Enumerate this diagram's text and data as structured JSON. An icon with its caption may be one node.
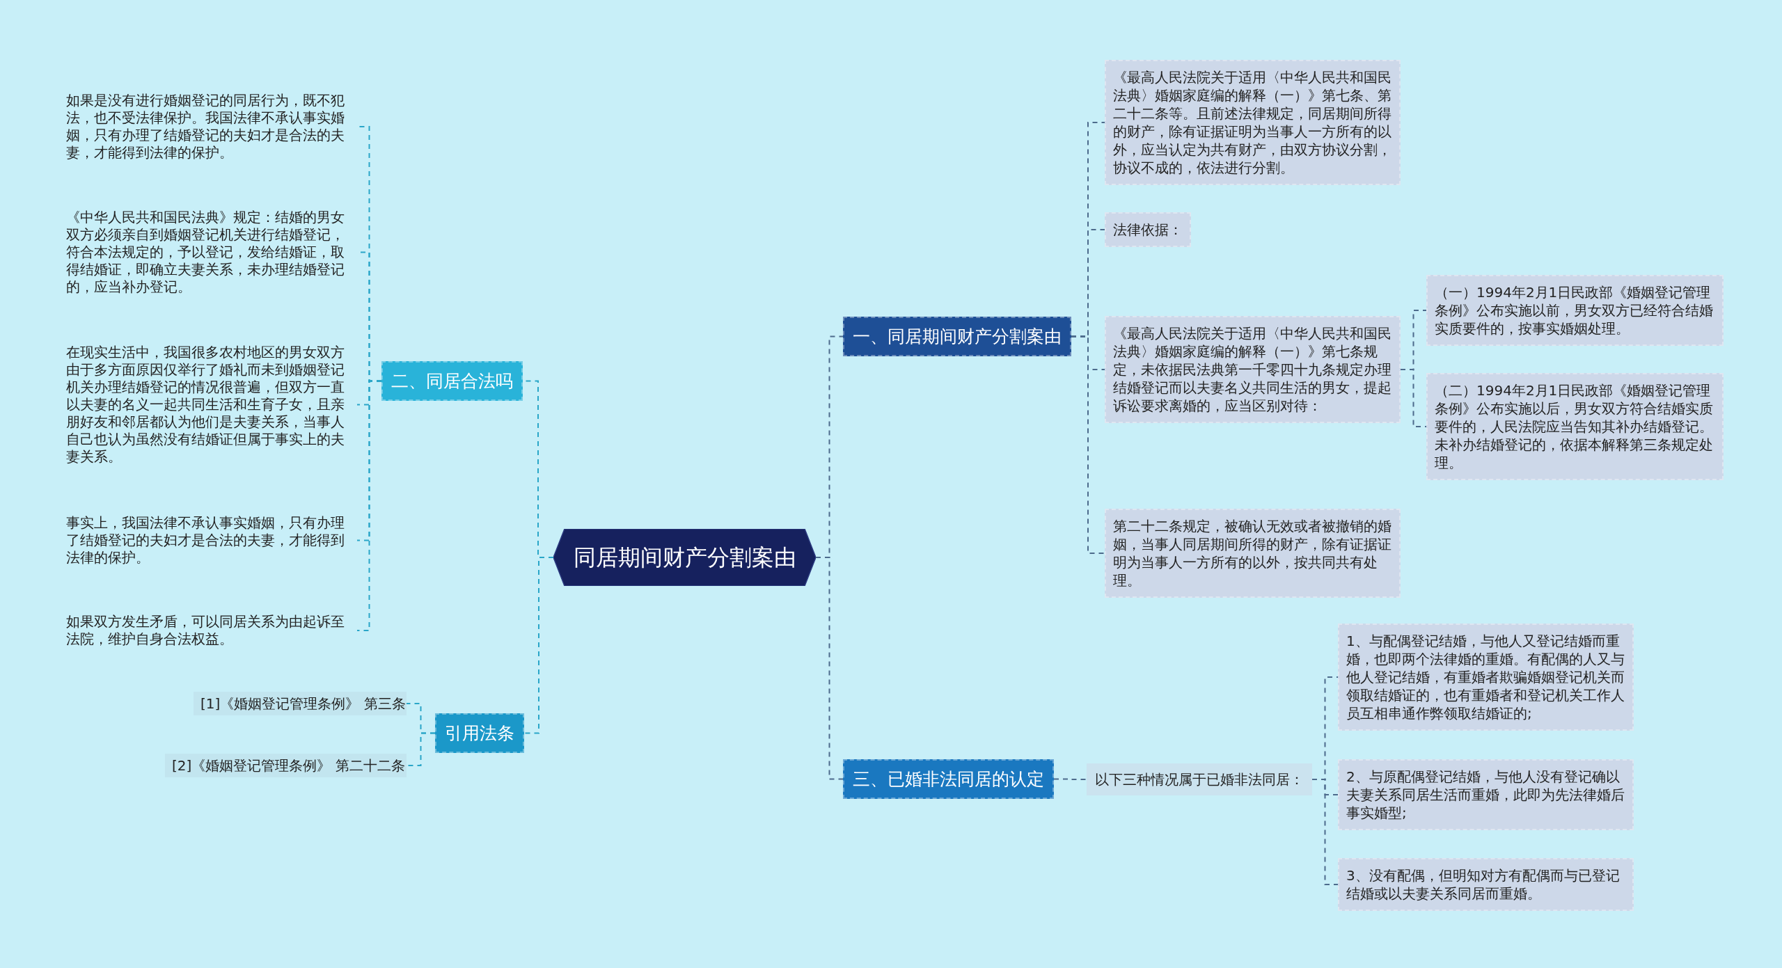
{
  "diagram": {
    "nodes": [
      {
        "text": [
          "同居期间财产分割案由"
        ]
      },
      {
        "text": [
          "一、同居期间财产分割案由"
        ]
      },
      {
        "text": [
          "三、已婚非法同居的认定"
        ]
      },
      {
        "text": [
          "二、同居合法吗"
        ]
      },
      {
        "text": [
          "引用法条"
        ]
      },
      {
        "text": [
          "《最高人民法院关于适用〈中华人民共和国民法典〉婚姻家庭编的解释（一）》第七条、第二十二条等。且前述法律规定，同居期间所得的财产，除有证据证明为当事人一方所有的以外，应当认定为共有财产，由双方协议分割，协议不成的，依法进行分割。"
        ]
      },
      {
        "text": [
          "法律依据："
        ]
      },
      {
        "text": [
          "《最高人民法院关于适用〈中华人民共和国民法典〉婚姻家庭编的解释（一）》第七条规定，未依据民法典第一千零四十九条规定办理结婚登记而以夫妻名义共同生活的男女，提起诉讼要求离婚的，应当区别对待："
        ]
      },
      {
        "text": [
          "第二十二条规定，被确认无效或者被撤销的婚姻，当事人同居期间所得的财产，除有证据证明为当事人一方所有的以外，按共同共有处理。"
        ]
      },
      {
        "text": [
          "（一）1994年2月1日民政部《婚姻登记管理条例》公布实施以前，男女双方已经符合结婚实质要件的，按事实婚姻处理。"
        ]
      },
      {
        "text": [
          "（二）1994年2月1日民政部《婚姻登记管理条例》公布实施以后，男女双方符合结婚实质要件的，人民法院应当告知其补办结婚登记。未补办结婚登记的，依据本解释第三条规定处理。"
        ]
      },
      {
        "text": [
          "以下三种情况属于已婚非法同居："
        ]
      },
      {
        "text": [
          "1、与配偶登记结婚，与他人又登记结婚而重婚，也即两个法律婚的重婚。有配偶的人又与他人登记结婚，有重婚者欺骗婚姻登记机关而领取结婚证的，也有重婚者和登记机关工作人员互相串通作弊领取结婚证的;"
        ]
      },
      {
        "text": [
          "2、与原配偶登记结婚，与他人没有登记确以夫妻关系同居生活而重婚，此即为先法律婚后事实婚型;"
        ]
      },
      {
        "text": [
          "3、没有配偶，但明知对方有配偶而与已登记结婚或以夫妻关系同居而重婚。"
        ]
      },
      {
        "text": [
          "如果是没有进行婚姻登记的同居行为，既不犯法，也不受法律保护。我国法律不承认事实婚姻，只有办理了结婚登记的夫妇才是合法的夫妻，才能得到法律的保护。"
        ]
      },
      {
        "text": [
          "《中华人民共和国民法典》规定：结婚的男女双方必须亲自到婚姻登记机关进行结婚登记，符合本法规定的，予以登记，发给结婚证，取得结婚证，即确立夫妻关系，未办理结婚登记的，应当补办登记。"
        ]
      },
      {
        "text": [
          "在现实生活中，我国很多农村地区的男女双方由于多方面原因仅举行了婚礼而未到婚姻登记机关办理结婚登记的情况很普遍，但双方一直以夫妻的名义一起共同生活和生育子女，且亲朋好友和邻居都认为他们是夫妻关系，当事人自己也认为虽然没有结婚证但属于事实上的夫妻关系。"
        ]
      },
      {
        "text": [
          "事实上，我国法律不承认事实婚姻，只有办理了结婚登记的夫妇才是合法的夫妻，才能得到法律的保护。"
        ]
      },
      {
        "text": [
          "如果双方发生矛盾，可以同居关系为由起诉至法院，维护自身合法权益。"
        ]
      },
      {
        "text": [
          "[1]《婚姻登记管理条例》 第三条"
        ]
      },
      {
        "text": [
          "[2]《婚姻登记管理条例》 第二十二条"
        ]
      }
    ],
    "edges": [
      {
        "from": 0,
        "to": 1,
        "arrow": "none",
        "style": "dashed"
      },
      {
        "from": 0,
        "to": 2,
        "arrow": "none",
        "style": "dashed"
      },
      {
        "from": 0,
        "to": 3,
        "arrow": "none",
        "style": "dashed",
        "color": "#2aa6c8"
      },
      {
        "from": 0,
        "to": 4,
        "arrow": "none",
        "style": "dashed",
        "color": "#2aa6c8"
      },
      {
        "from": 1,
        "to": 5,
        "arrow": "none",
        "style": "dashed"
      },
      {
        "from": 1,
        "to": 6,
        "arrow": "none",
        "style": "dashed"
      },
      {
        "from": 1,
        "to": 7,
        "arrow": "none",
        "style": "dashed"
      },
      {
        "from": 1,
        "to": 8,
        "arrow": "none",
        "style": "dashed"
      },
      {
        "from": 7,
        "to": 9,
        "arrow": "none",
        "style": "dashed"
      },
      {
        "from": 7,
        "to": 10,
        "arrow": "none",
        "style": "dashed"
      },
      {
        "from": 2,
        "to": 11,
        "arrow": "none",
        "style": "dashed"
      },
      {
        "from": 11,
        "to": 12,
        "arrow": "none",
        "style": "dashed"
      },
      {
        "from": 11,
        "to": 13,
        "arrow": "none",
        "style": "dashed"
      },
      {
        "from": 11,
        "to": 14,
        "arrow": "none",
        "style": "dashed"
      },
      {
        "from": 3,
        "to": 15,
        "arrow": "none",
        "style": "dashed",
        "color": "#2aa6c8"
      },
      {
        "from": 3,
        "to": 16,
        "arrow": "none",
        "style": "dashed",
        "color": "#2aa6c8"
      },
      {
        "from": 3,
        "to": 17,
        "arrow": "none",
        "style": "dashed",
        "color": "#2aa6c8"
      },
      {
        "from": 3,
        "to": 18,
        "arrow": "none",
        "style": "dashed",
        "color": "#2aa6c8"
      },
      {
        "from": 3,
        "to": 19,
        "arrow": "none",
        "style": "dashed",
        "color": "#2aa6c8"
      },
      {
        "from": 4,
        "to": 20,
        "arrow": "none",
        "style": "dashed",
        "color": "#2aa6c8"
      },
      {
        "from": 4,
        "to": 21,
        "arrow": "none",
        "style": "dashed",
        "color": "#2aa6c8"
      }
    ]
  }
}
